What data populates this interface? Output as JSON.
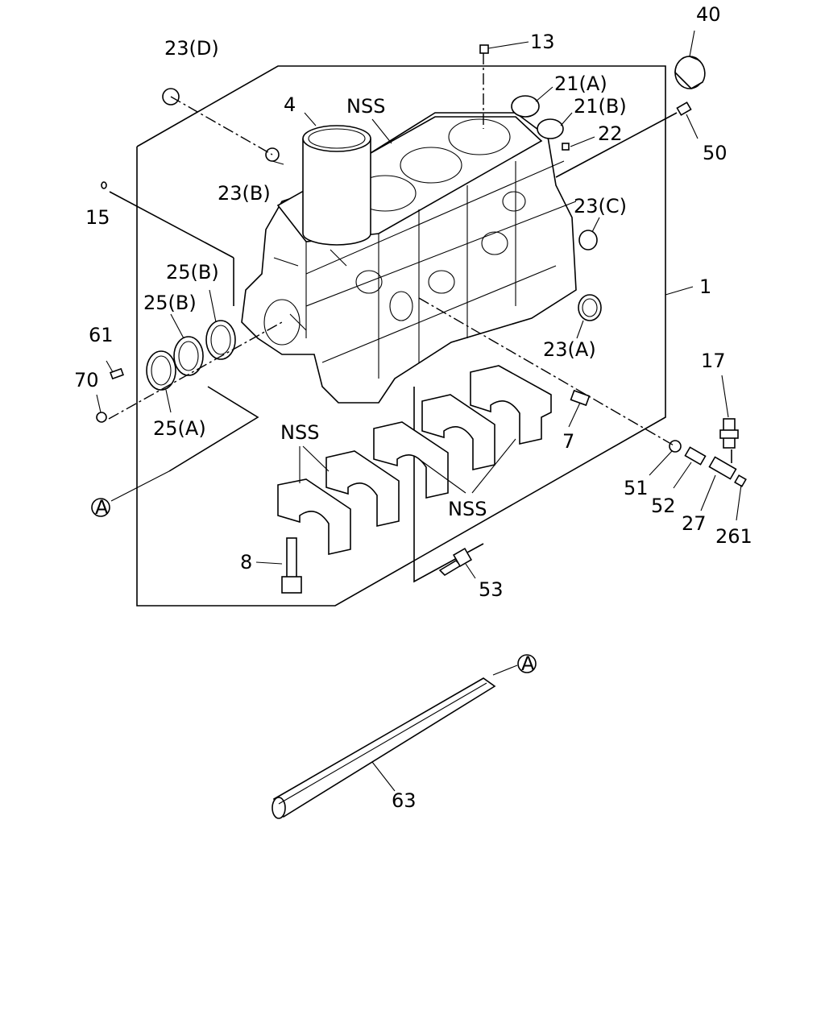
{
  "labels": {
    "p40": "40",
    "p23D": "23(D)",
    "p13": "13",
    "p4": "4",
    "nss_top": "NSS",
    "p21A": "21(A)",
    "p21B": "21(B)",
    "p22": "22",
    "p50": "50",
    "p23B": "23(B)",
    "p15": "15",
    "p23C": "23(C)",
    "p25B_1": "25(B)",
    "p25B_2": "25(B)",
    "p1": "1",
    "p61": "61",
    "p23A": "23(A)",
    "p70": "70",
    "p17": "17",
    "p25A": "25(A)",
    "p7": "7",
    "nss_left": "NSS",
    "p51": "51",
    "p52": "52",
    "nss_right": "NSS",
    "p27": "27",
    "p261": "261",
    "ref_a_bottom": "A",
    "p8": "8",
    "p53": "53",
    "ref_a_shaft": "A",
    "p63": "63"
  },
  "icons": {
    "reference_marker": "circled-letter",
    "style": "line-drawing"
  }
}
